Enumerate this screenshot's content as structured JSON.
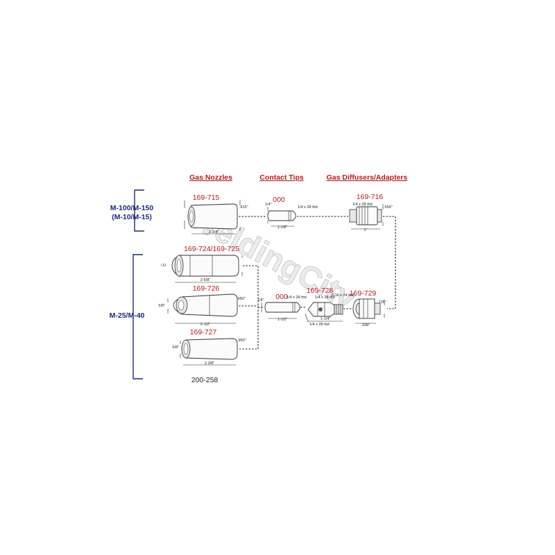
{
  "headers": {
    "nozzles": "Gas Nozzles",
    "tips": "Contact Tips",
    "diffusers": "Gas Diffusers/Adapters"
  },
  "groups": {
    "top_line1": "M-100/M-150",
    "top_line2": "(M-10/M-15)",
    "bottom": "M-25/M-40"
  },
  "parts": {
    "nozzle_715": "169-715",
    "nozzle_724": "169-724/169-725",
    "nozzle_726": "169-726",
    "nozzle_727": "169-727",
    "nozzle_258": "200-258",
    "tip_top": "000",
    "tip_bottom": "000",
    "diffuser_716": "169-716",
    "adapter_728": "169-728",
    "diffuser_729": "169-729"
  },
  "dimensions": {
    "n715_od": ".815\"",
    "n715_len": "1-3/4\"",
    "n724_id": "I.D.",
    "n724_len": "2-5/8\"",
    "n726_id": "5/8\"",
    "n726_od": ".950\"",
    "n726_len": "2-1/2\"",
    "n727_id": "5/8\"",
    "n727_od": ".950\"",
    "n727_len": "2-3/8\"",
    "tip_top_dia": "1/4\"",
    "tip_top_thread": "1/4 x 28 thd",
    "tip_top_len": "1-1/8\"",
    "tip_bot_dia": "1/4\"",
    "tip_bot_thread": "1/4 x 28 thd",
    "tip_bot_len": "1-1/2\"",
    "d716_thread": "1/4 x 28 thd",
    "d716_od": ".550\"",
    "d716_len": "1\"",
    "a728_thread_top": "1/4 x 28 thd",
    "a728_thread_top2": "5/16 x 24 thd",
    "a728_len": "1-1/4\"",
    "a728_thread_bot": "1/4 x 28 thd",
    "d729_od": ".725\"",
    "d729_len": ".938\""
  },
  "watermark": "WeldingCity"
}
